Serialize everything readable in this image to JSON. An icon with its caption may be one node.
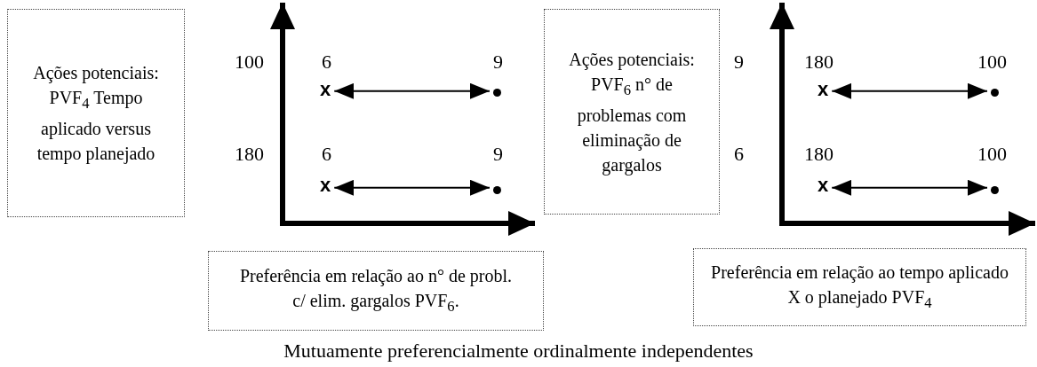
{
  "diagram": {
    "caption": "Mutuamente preferencialmente ordinalmente independentes",
    "nodes": [
      {
        "text": [
          "Ações potenciais: PVF$_{4}$ Tempo aplicado versus tempo planejado"
        ]
      },
      {
        "text": [
          "x"
        ]
      },
      {
        "text": [],
        "shape": "circle"
      },
      {
        "text": [
          "x"
        ]
      },
      {
        "text": [],
        "shape": "circle"
      },
      {
        "text": [
          "Ações potenciais: PVF$_{6}$ n° de problemas com eliminação de gargalos"
        ]
      },
      {
        "text": [
          "x"
        ]
      },
      {
        "text": [],
        "shape": "circle"
      },
      {
        "text": [
          "x"
        ]
      },
      {
        "text": [],
        "shape": "circle"
      },
      {
        "text": [
          "Preferência em relação ao n° de probl. c/ elim. gargalos PVF$_{6}$."
        ]
      },
      {
        "text": [
          "Preferência em relação ao tempo aplicado X o planejado PVF$_{4}$"
        ]
      }
    ],
    "edges": [
      {
        "from": 1,
        "to": 2,
        "arrow": "both"
      },
      {
        "from": 3,
        "to": 4,
        "arrow": "both"
      },
      {
        "from": 6,
        "to": 7,
        "arrow": "both"
      },
      {
        "from": 8,
        "to": 9,
        "arrow": "both"
      }
    ],
    "labels": [
      "100",
      "6",
      "9",
      "180",
      "6",
      "9",
      "9",
      "180",
      "100",
      "6",
      "180",
      "100"
    ]
  }
}
